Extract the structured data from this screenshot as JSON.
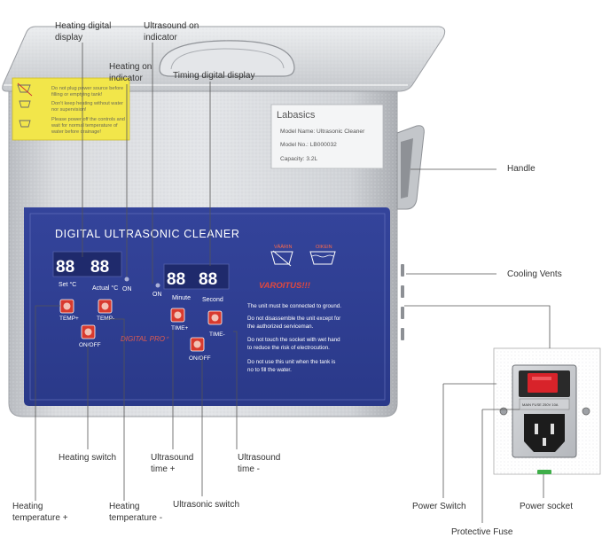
{
  "callouts": {
    "heating_digital_display": [
      "Heating digital",
      "display"
    ],
    "ultrasound_on_indicator": [
      "Ultrasound on",
      "indicator"
    ],
    "heating_on_indicator": [
      "Heating on",
      "indicator"
    ],
    "timing_digital_display": "Timing digital display",
    "handle": "Handle",
    "cooling_vents": "Cooling Vents",
    "heating_switch": "Heating switch",
    "ultrasound_time_plus": [
      "Ultrasound",
      "time +"
    ],
    "ultrasound_time_minus": [
      "Ultrasound",
      "time -"
    ],
    "heating_temperature_plus": [
      "Heating",
      "temperature +"
    ],
    "heating_temperature_minus": [
      "Heating",
      "temperature -"
    ],
    "ultrasonic_switch": "Ultrasonic switch",
    "power_switch": "Power Switch",
    "power_socket": "Power socket",
    "protective_fuse": "Protective Fuse"
  },
  "warning_sticker": {
    "lines": [
      "Do not plug power source before",
      "filling or emptying tank!",
      "Don't keep heating without water",
      "nor supervision!",
      "Please power off the controls and",
      "wait for normal temperature of",
      "water before drainage!"
    ]
  },
  "nameplate": {
    "brand": "Labasics",
    "model_name": "Model Name: Ultrasonic Cleaner",
    "model_no": "Model No.: LB000032",
    "capacity": "Capacity: 3.2L"
  },
  "panel": {
    "title": "DIGITAL ULTRASONIC CLEANER",
    "set_label": "Set  °C",
    "actual_label": "Actual °C",
    "on_label_heat": "ON",
    "on_label_ultra": "ON",
    "minute_label": "Minute",
    "second_label": "Second",
    "temp_plus": "TEMP+",
    "temp_minus": "TEMP-",
    "onoff_heat": "ON/OFF",
    "time_plus": "TIME+",
    "time_minus": "TIME-",
    "onoff_ultra": "ON/OFF",
    "brand_script": "DIGITAL PRO⁺",
    "vaara": "VÄÄRIN",
    "oikein": "OIKEIN",
    "varoitus": "VAROITUS!!!",
    "warnings": [
      "The unit must be connected to ground.",
      "Do not disassemble the unit except  for",
      "the authorized serviceman.",
      "Do not touch the socket with wet hand",
      "to reduce the risk of electrocution.",
      "Do not use this unit when the tank is",
      "no to fill the water."
    ]
  },
  "socket_label": "MAIN FUSE 250V 10A",
  "colors": {
    "panel_blue": "#2f3f94",
    "steel": "#c9ccd0",
    "warning_yellow": "#f2e64a",
    "led_red": "#d63030",
    "line": "#555555",
    "rocker_red": "#d8232a"
  }
}
